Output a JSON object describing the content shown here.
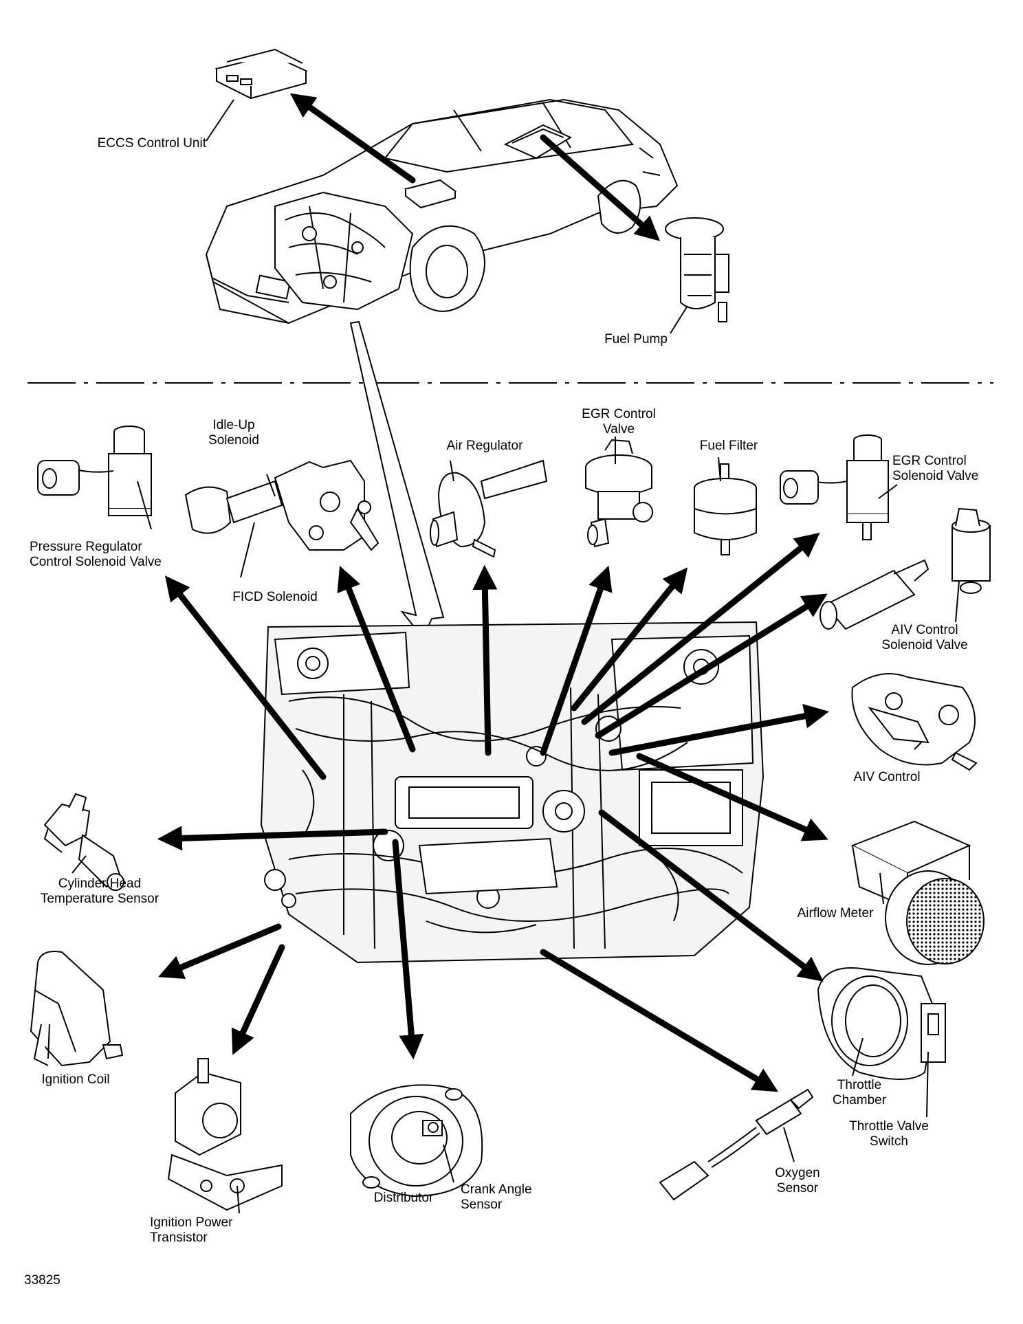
{
  "labels": {
    "ecu": "ECCS Control Unit",
    "fuel_pump": "Fuel Pump",
    "idle_up": [
      "Idle-Up",
      "Solenoid"
    ],
    "air_regulator": "Air Regulator",
    "egr_control_valve": [
      "EGR Control",
      "Valve"
    ],
    "fuel_filter": "Fuel Filter",
    "egr_solenoid": [
      "EGR Control",
      "Solenoid Valve"
    ],
    "pressure_regulator": [
      "Pressure Regulator",
      "Control Solenoid Valve"
    ],
    "ficd": "FICD Solenoid",
    "aiv_solenoid": [
      "AIV Control",
      "Solenoid Valve"
    ],
    "aiv_control": "AIV Control",
    "cylinder_head": [
      "Cylinder Head",
      "Temperature Sensor"
    ],
    "airflow_meter": "Airflow Meter",
    "ignition_coil": "Ignition Coil",
    "throttle_chamber": [
      "Throttle",
      "Chamber"
    ],
    "throttle_switch": [
      "Throttle Valve",
      "Switch"
    ],
    "distributor": "Distributor",
    "crank_angle": [
      "Crank Angle",
      "Sensor"
    ],
    "oxygen": [
      "Oxygen",
      "Sensor"
    ],
    "power_transistor": [
      "Ignition Power",
      "Transistor"
    ],
    "figure_number": "33825"
  },
  "colors": {
    "ink": "#000000",
    "paper": "#ffffff",
    "engine_fill": "#f4f4f4"
  }
}
